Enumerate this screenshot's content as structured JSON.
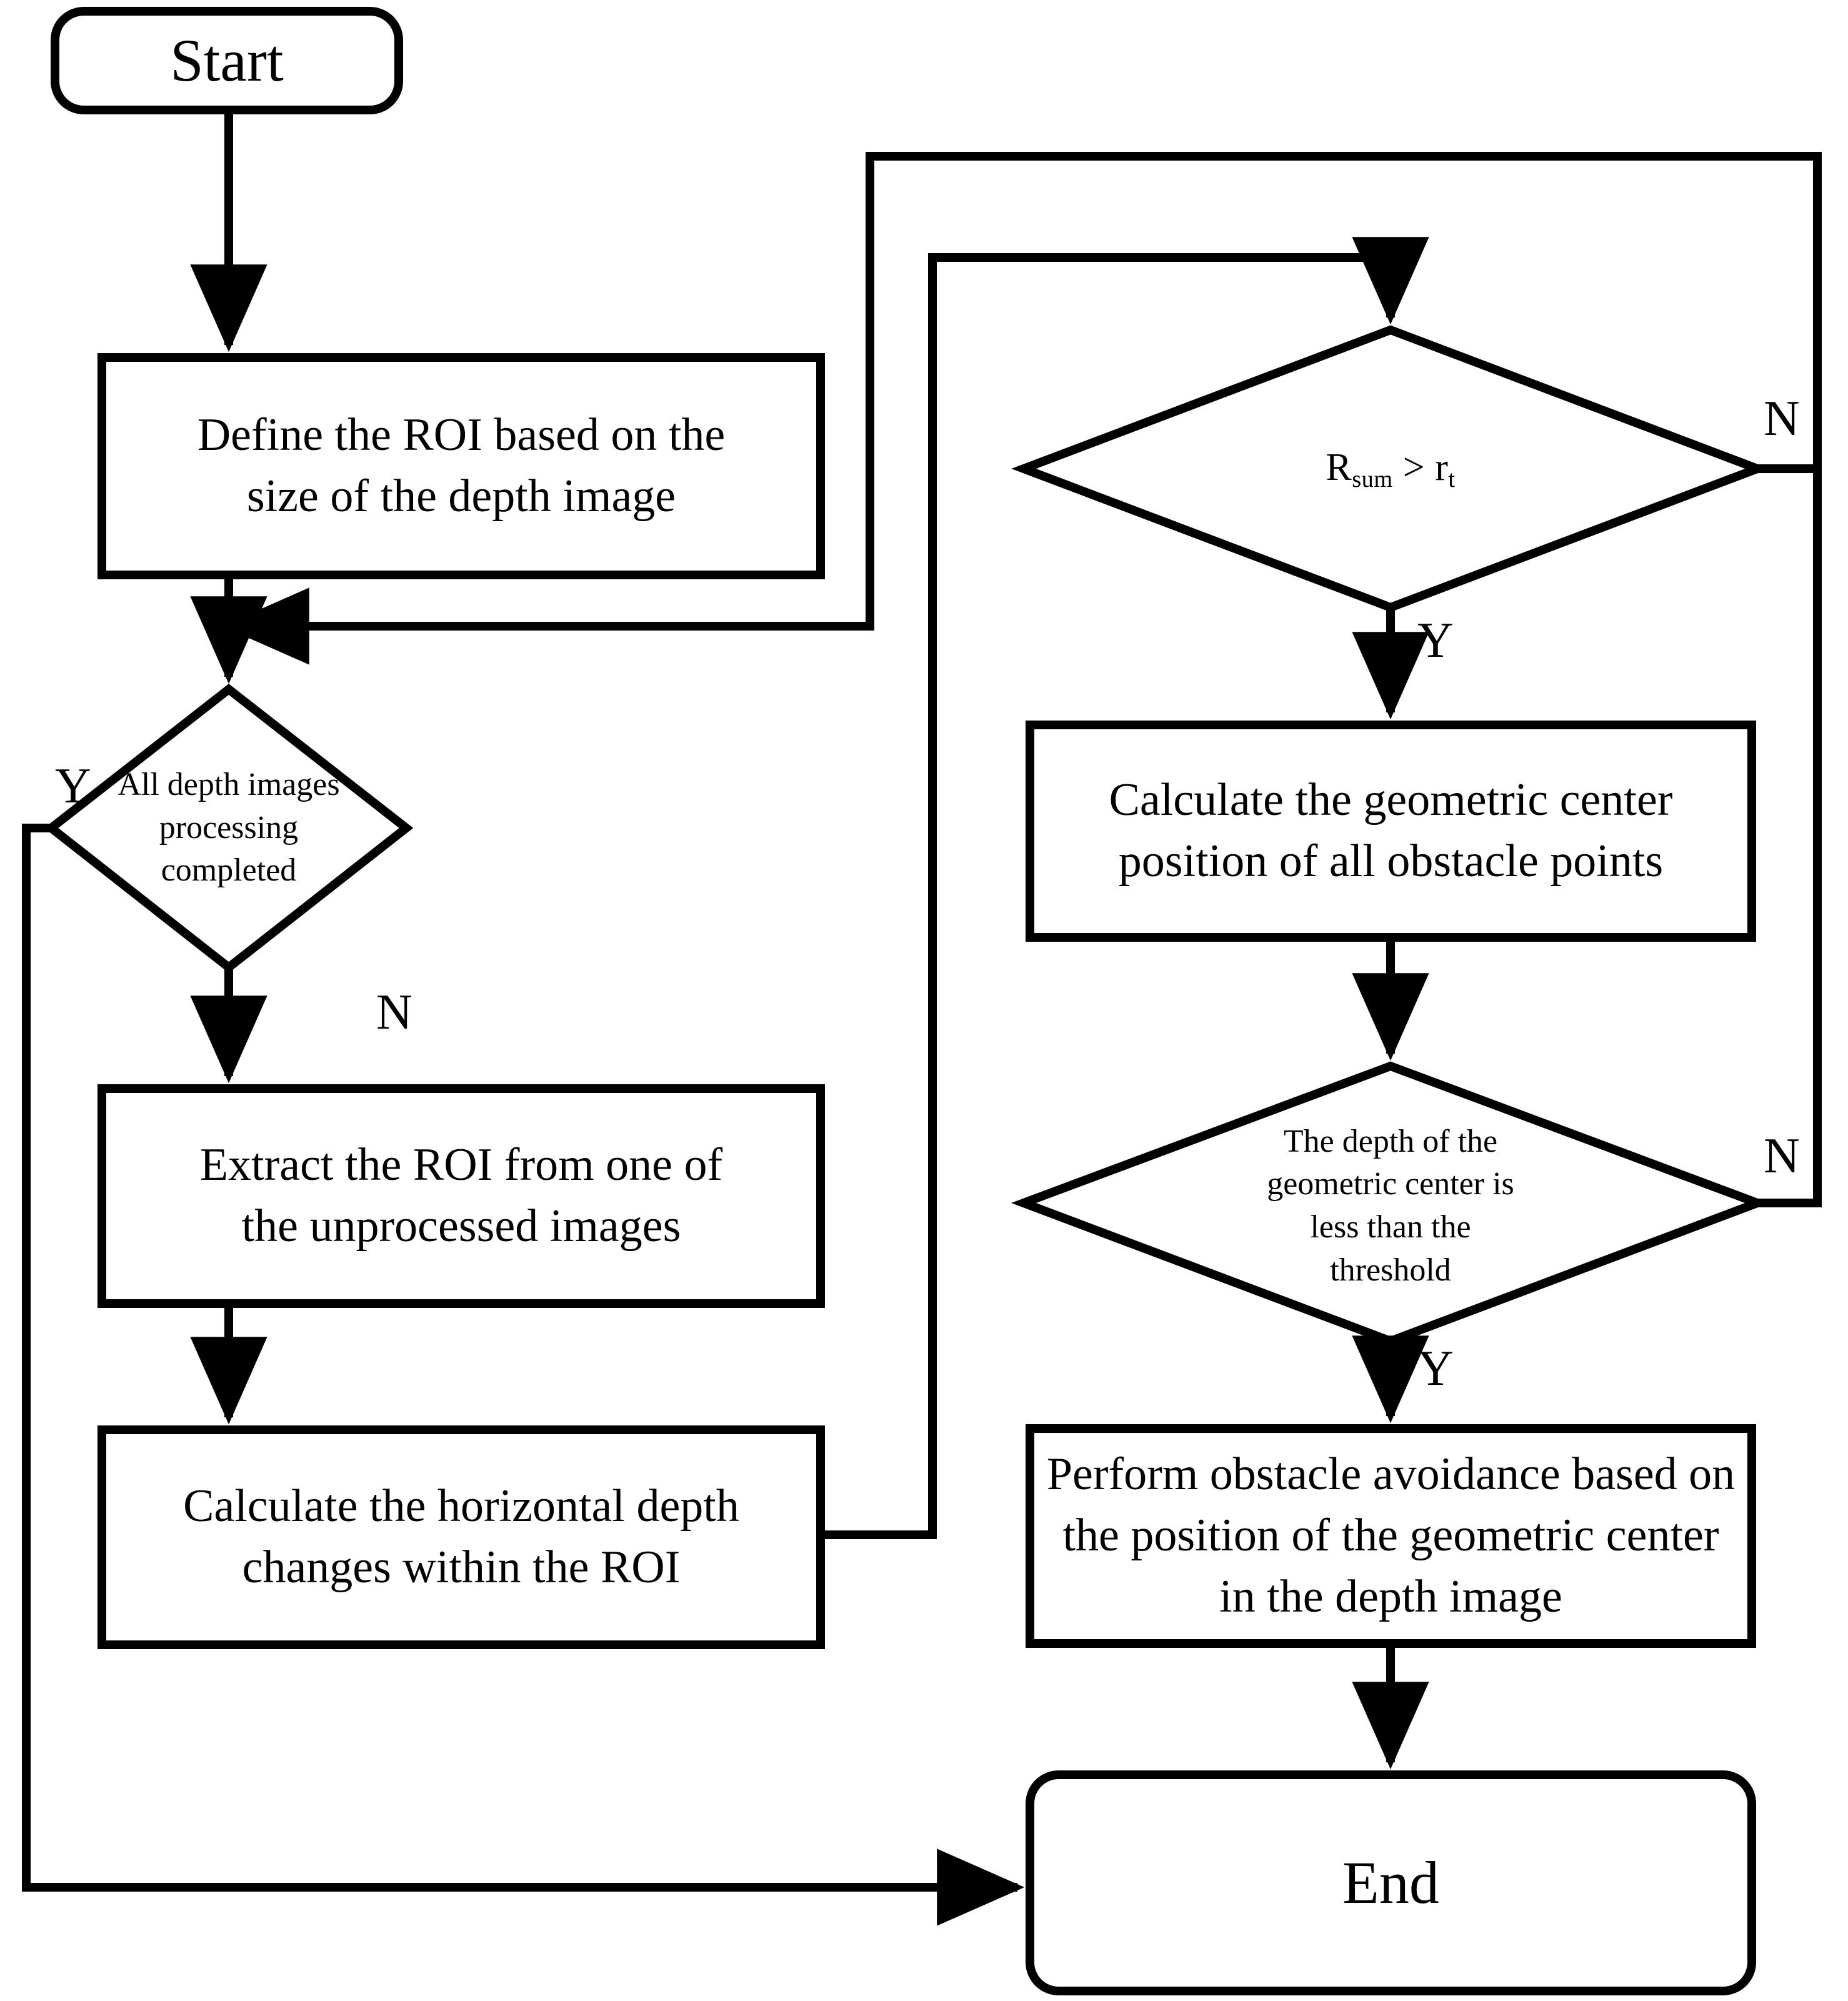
{
  "diagram": {
    "title": "Depth-image obstacle detection and avoidance flowchart",
    "stroke_color": "#000000",
    "fill_color": "#ffffff",
    "background": "#ffffff"
  },
  "nodes": {
    "start": {
      "type": "terminal",
      "label": "Start"
    },
    "define_roi": {
      "type": "process",
      "label": "Define the ROI based on the\nsize of the depth image"
    },
    "all_processed": {
      "type": "decision",
      "label": "All depth images\nprocessing\ncompleted"
    },
    "extract_roi": {
      "type": "process",
      "label": "Extract the ROI from one of\nthe unprocessed images"
    },
    "calc_depth_changes": {
      "type": "process",
      "label": "Calculate the horizontal depth\nchanges within the ROI"
    },
    "rsum_check": {
      "type": "decision",
      "label_prefix": "R",
      "label_sub1": "sum",
      "label_mid": " > r",
      "label_sub2": "t",
      "label_plain": "Rsum > rt"
    },
    "calc_center": {
      "type": "process",
      "label": "Calculate the geometric center\nposition of all obstacle points"
    },
    "depth_threshold": {
      "type": "decision",
      "label": "The depth of the\ngeometric center is\nless than the\nthreshold"
    },
    "avoidance": {
      "type": "process",
      "label": "Perform obstacle avoidance based on\nthe position of the geometric center\nin the depth image"
    },
    "end": {
      "type": "terminal",
      "label": "End"
    }
  },
  "edge_labels": {
    "all_processed_yes": "Y",
    "all_processed_no": "N",
    "rsum_no": "N",
    "rsum_yes": "Y",
    "threshold_no": "N",
    "threshold_yes": "Y"
  },
  "edges": [
    {
      "from": "start",
      "to": "define_roi",
      "label": ""
    },
    {
      "from": "define_roi",
      "to": "all_processed",
      "label": ""
    },
    {
      "from": "all_processed",
      "to": "end",
      "label": "Y"
    },
    {
      "from": "all_processed",
      "to": "extract_roi",
      "label": "N"
    },
    {
      "from": "extract_roi",
      "to": "calc_depth_changes",
      "label": ""
    },
    {
      "from": "calc_depth_changes",
      "to": "rsum_check",
      "label": ""
    },
    {
      "from": "rsum_check",
      "to": "all_processed",
      "label": "N"
    },
    {
      "from": "rsum_check",
      "to": "calc_center",
      "label": "Y"
    },
    {
      "from": "calc_center",
      "to": "depth_threshold",
      "label": ""
    },
    {
      "from": "depth_threshold",
      "to": "all_processed",
      "label": "N"
    },
    {
      "from": "depth_threshold",
      "to": "avoidance",
      "label": "Y"
    },
    {
      "from": "avoidance",
      "to": "end",
      "label": ""
    }
  ]
}
